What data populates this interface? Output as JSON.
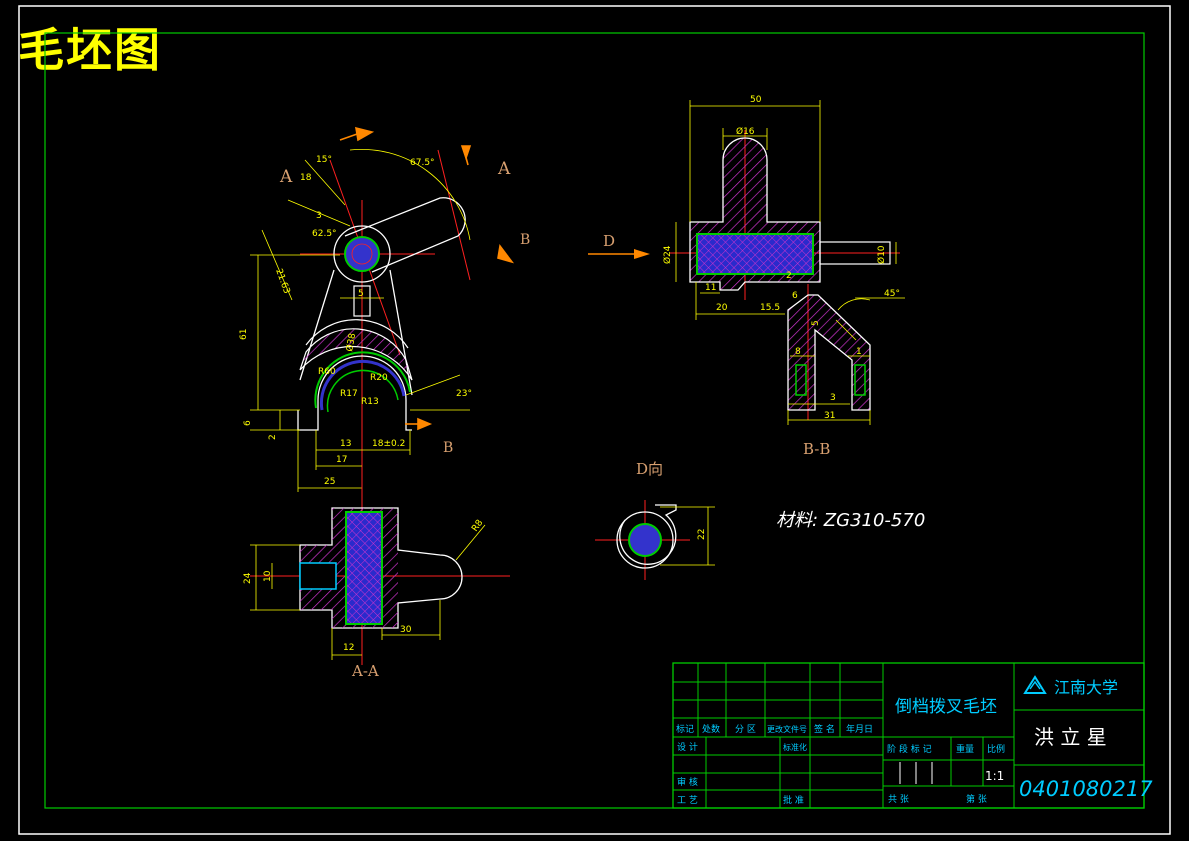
{
  "sheet_title": "毛坯图",
  "material": "材料: ZG310-570",
  "view_labels": {
    "section_aa": "A-A",
    "section_bb": "B-B",
    "view_d": "D向",
    "cut_a1": "A",
    "cut_a2": "A",
    "cut_b1": "B",
    "cut_b2": "B",
    "view_arrow_d": "D"
  },
  "dims_main": {
    "angle15": "15°",
    "angle67": "67.5°",
    "d18": "18",
    "d3": "3",
    "ang625": "62.5°",
    "d17": "21.63",
    "d61": "61",
    "d6": "6",
    "d2": "2",
    "d5": "5",
    "r_a": "Ø38",
    "r60": "R60",
    "r17": "R17",
    "r13": "R13",
    "r20": "R20",
    "ang23": "23°",
    "d13": "13",
    "d18pm": "18±0.2",
    "d17b": "17",
    "d25": "25"
  },
  "dims_aa": {
    "d24": "24",
    "d10": "10",
    "d12": "12",
    "d30": "30",
    "r8": "R8"
  },
  "dims_top": {
    "d50": "50",
    "phi16": "Ø16",
    "phi24": "Ø24",
    "phi10": "Ø10",
    "d11": "11",
    "d2": "2",
    "d20": "20",
    "d155": "15.5"
  },
  "dims_bb": {
    "d6": "6",
    "ang45": "45°",
    "d5": "5",
    "d8": "8",
    "d1": "1",
    "d3": "3",
    "d31": "31"
  },
  "dims_d": {
    "d22": "22"
  },
  "title_block": {
    "part_name": "倒档拨叉毛坯",
    "school": "江南大学",
    "author": "洪 立 星",
    "student_id": "0401080217",
    "row_labels": [
      "标记",
      "处数",
      "分 区",
      "更改文件号",
      "签 名",
      "年月日"
    ],
    "design": "设 计",
    "standard": "标准化",
    "review": "审 核",
    "process": "工 艺",
    "approve": "批 准",
    "stage_mark": "阶 段 标 记",
    "weight": "重量",
    "scale": "比例",
    "scale_value": "1:1",
    "total": "共  张",
    "sheet": "第  张"
  },
  "colors": {
    "frame": "#ffffff",
    "inner_frame": "#00cc00",
    "geometry": "#ffffff",
    "dimension": "#ffff00",
    "center": "#ff2020",
    "hatch": "#cc33cc",
    "fill_blue": "#3333cc",
    "green": "#00cc00",
    "cyan": "#00ccff",
    "arrow": "#ff8800"
  }
}
